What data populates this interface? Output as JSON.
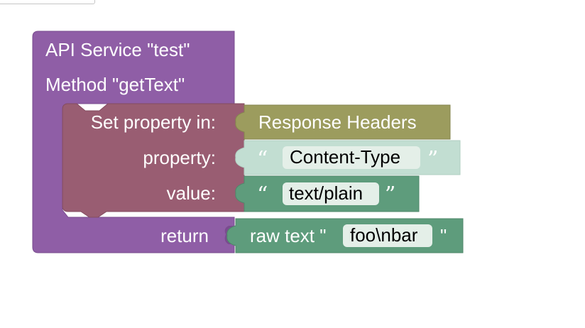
{
  "colors": {
    "api_block": "#8f5ea6",
    "api_block_dark": "#7a4c8f",
    "set_property_block": "#995d72",
    "set_property_dark": "#844c60",
    "response_headers_block": "#9c9c5e",
    "text_block_light": "#c2ded2",
    "text_block": "#5e9c7c",
    "text_block_dark": "#4f876a",
    "field_bg": "#e4efe8"
  },
  "api_service": {
    "label_prefix": "API Service",
    "service_name": "\"test\"",
    "method_prefix": "Method",
    "method_name": "\"getText\"",
    "return_label": "return"
  },
  "set_property": {
    "label": "Set property in:",
    "property_label": "property:",
    "value_label": "value:",
    "target": "Response Headers",
    "property_value": "Content-Type",
    "value_value": "text/plain"
  },
  "raw_text": {
    "label": "raw text \"",
    "value": "foo\\nbar",
    "close_quote": "\""
  },
  "quotes": {
    "open": "“",
    "close": "”"
  }
}
